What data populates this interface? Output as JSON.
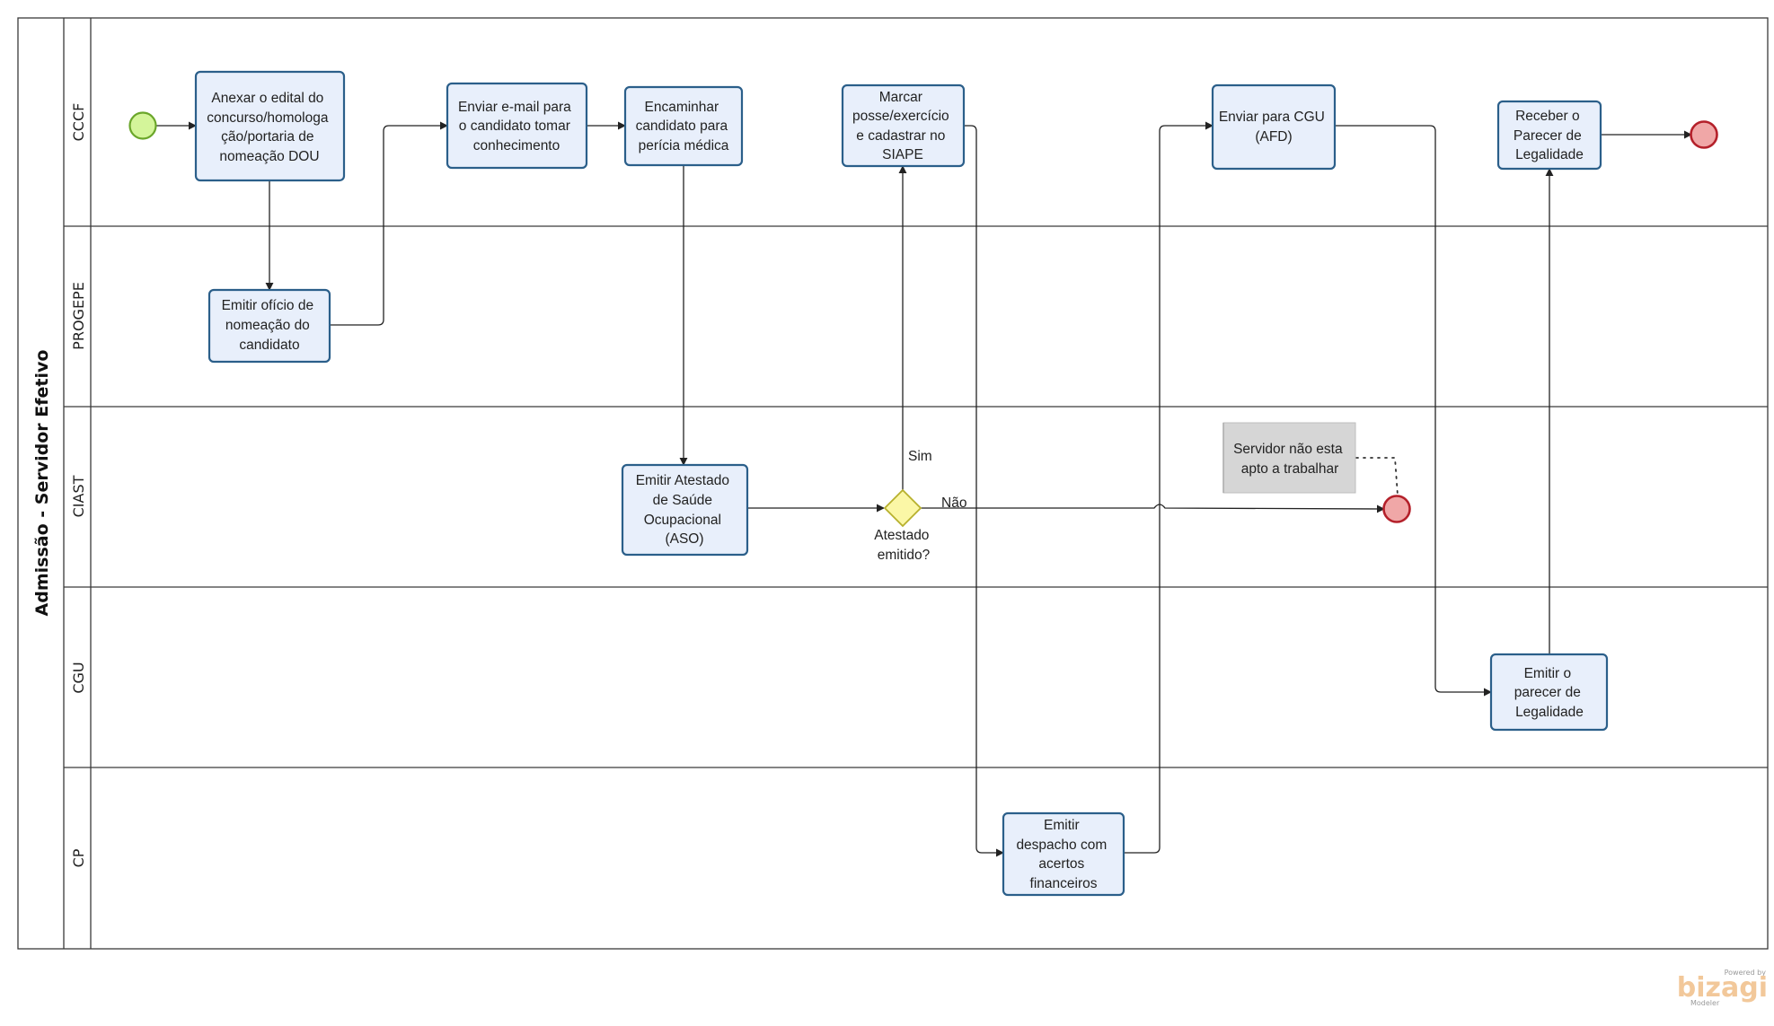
{
  "pool": {
    "title": "Admissão - Servidor Efetivo"
  },
  "lanes": [
    "CCCF",
    "PROGEPE",
    "CIAST",
    "CGU",
    "CP"
  ],
  "tasks": {
    "anexar_edital": [
      "Anexar o edital do",
      "concurso/homologa",
      "ção/portaria de",
      "nomeação DOU"
    ],
    "emitir_oficio": [
      "Emitir ofício de",
      "nomeação do",
      "candidato"
    ],
    "enviar_email": [
      "Enviar e-mail para",
      "o candidato tomar",
      "conhecimento"
    ],
    "encaminhar": [
      "Encaminhar",
      "candidato para",
      "perícia médica"
    ],
    "emitir_aso": [
      "Emitir Atestado",
      "de Saúde",
      "Ocupacional",
      "(ASO)"
    ],
    "marcar_posse": [
      "Marcar",
      "posse/exercício",
      "e cadastrar no",
      "SIAPE"
    ],
    "emitir_despacho": [
      "Emitir",
      "despacho com",
      "acertos",
      "financeiros"
    ],
    "enviar_cgu": [
      "Enviar para CGU",
      "(AFD)"
    ],
    "emitir_parecer": [
      "Emitir o",
      "parecer de",
      "Legalidade"
    ],
    "receber_parecer": [
      "Receber o",
      "Parecer de",
      "Legalidade"
    ]
  },
  "gateway": {
    "label": [
      "Atestado",
      "emitido?"
    ],
    "yes": "Sim",
    "no": "Não"
  },
  "annotation": [
    "Servidor não esta",
    "apto a trabalhar"
  ],
  "branding": {
    "powered_by": "Powered by",
    "logo": "bizagi",
    "product": "Modeler"
  },
  "colors": {
    "start_fill": "#d4f59a",
    "start_stroke": "#6aa62a",
    "end_fill": "#f0a7a7",
    "end_stroke": "#b4202a",
    "gateway_fill": "#fbf7a6",
    "gateway_stroke": "#b7b02d",
    "task_fill": "#e8effb",
    "task_stroke": "#2b5f8a"
  }
}
